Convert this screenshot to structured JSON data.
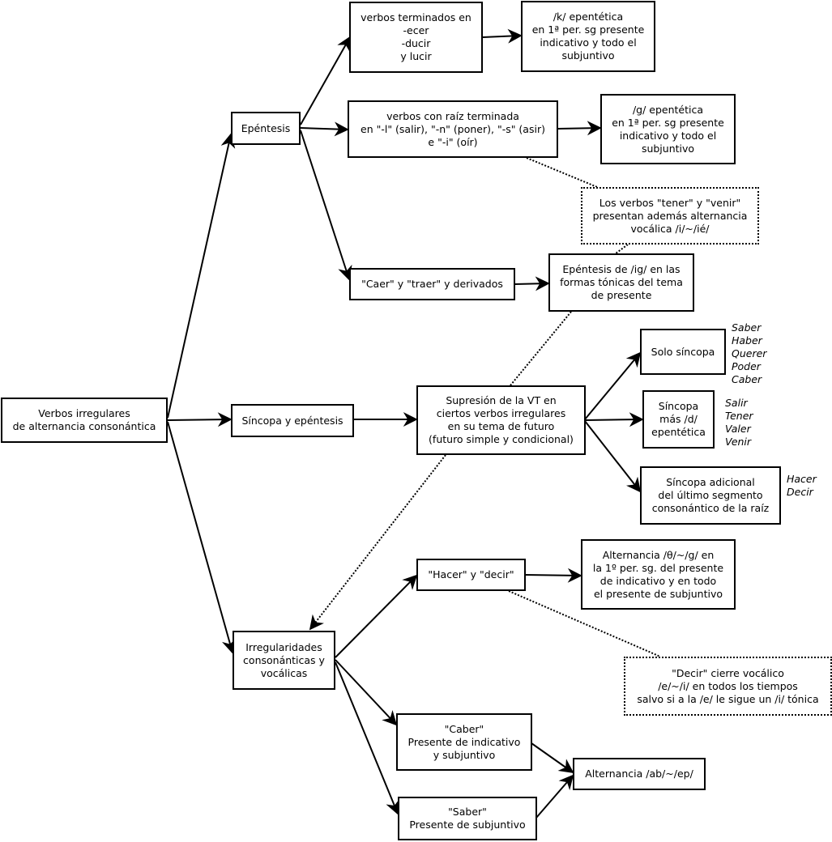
{
  "nodes": {
    "root": "Verbos irregulares\nde alternancia consonántica",
    "epentesis": "Epéntesis",
    "sincopa_epentesis": "Síncopa y epéntesis",
    "irregularidades": "Irregularidades\nconsonánticas y\nvocálicas",
    "ecer": "verbos terminados en\n-ecer\n-ducir\ny lucir",
    "k_epentetica": "/k/ epentética\nen 1ª per. sg presente\nindicativo y todo el\nsubjuntivo",
    "raiz": "verbos con raíz terminada\nen \"-l\" (salir), \"-n\" (poner), \"-s\" (asir)\ne \"-i\" (oír)",
    "g_epentetica": "/g/ epentética\nen 1ª per. sg presente\nindicativo y todo el\nsubjuntivo",
    "caer": "\"Caer\" y \"traer\" y derivados",
    "ig": "Epéntesis de /ig/ en las\nformas tónicas del tema\nde presente",
    "supresion": "Supresión de la VT en\nciertos verbos irregulares\nen su tema de futuro\n(futuro simple y condicional)",
    "solo_sincopa": "Solo síncopa",
    "sincopa_d": "Síncopa\nmás /d/\nepentética",
    "sincopa_adicional": "Síncopa adicional\ndel último segmento\nconsonántico de la raíz",
    "hacer_decir": "\"Hacer\" y \"decir\"",
    "theta": "Alternancia /θ/~/g/ en\nla 1º per. sg. del presente\nde indicativo y en todo\nel presente de subjuntivo",
    "caber": "\"Caber\"\nPresente de indicativo\ny subjuntivo",
    "saber": "\"Saber\"\nPresente de subjuntivo",
    "ab_ep": "Alternancia /ab/~/ep/"
  },
  "notes": {
    "tener_venir": "Los verbos \"tener\" y \"venir\"\npresentan además alternancia\nvocálica /i/~/ié/",
    "decir_cierre": "\"Decir\" cierre vocálico\n/e/~/i/ en todos los tiempos\nsalvo si a la /e/ le sigue un /i/ tónica"
  },
  "examples": {
    "solo_sincopa": "Saber\nHaber\nQuerer\nPoder\nCaber",
    "sincopa_d": "Salir\nTener\nValer\nVenir",
    "sincopa_adicional": "Hacer\nDecir"
  }
}
